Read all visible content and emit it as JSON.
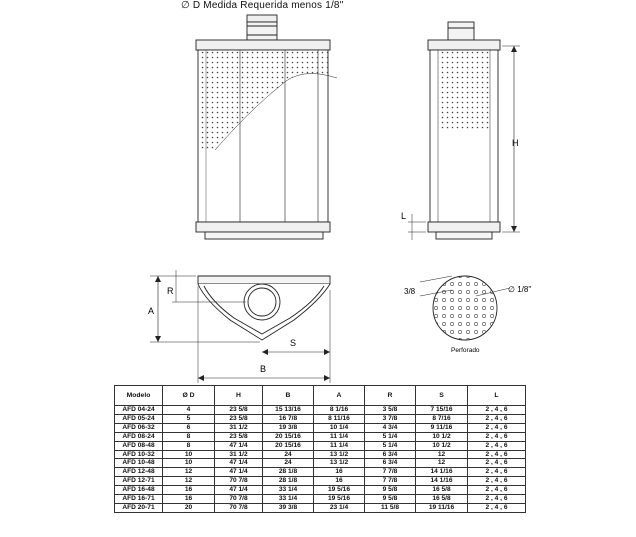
{
  "drawing": {
    "top_caption": "D Medida Requerida menos 1/8\"",
    "diameter_symbol": "∅",
    "label_H": "H",
    "label_L": "L",
    "label_A": "A",
    "label_R": "R",
    "label_S": "S",
    "label_B": "B",
    "hole_spacing": "3/8",
    "hole_diameter": "∅ 1/8\"",
    "perforado": "Perforado"
  },
  "table": {
    "headers": [
      "Modelo",
      "Ø D",
      "H",
      "B",
      "A",
      "R",
      "S",
      "L"
    ],
    "rows": [
      [
        "AFD 04-24",
        "4",
        "23 5/8",
        "15 13/16",
        "8 1/16",
        "3 5/8",
        "7 15/16",
        "2 , 4 , 6"
      ],
      [
        "AFD 05-24",
        "5",
        "23 5/8",
        "16 7/8",
        "8 11/16",
        "3 7/8",
        "8 7/16",
        "2 , 4 , 6"
      ],
      [
        "AFD 06-32",
        "6",
        "31 1/2",
        "19 3/8",
        "10 1/4",
        "4 3/4",
        "9 11/16",
        "2 , 4 , 6"
      ],
      [
        "AFD 08-24",
        "8",
        "23 5/8",
        "20 15/16",
        "11 1/4",
        "5 1/4",
        "10 1/2",
        "2 , 4 , 6"
      ],
      [
        "AFD 08-48",
        "8",
        "47 1/4",
        "20 15/16",
        "11 1/4",
        "5 1/4",
        "10 1/2",
        "2 , 4 , 6"
      ],
      [
        "AFD 10-32",
        "10",
        "31 1/2",
        "24",
        "13 1/2",
        "6 3/4",
        "12",
        "2 , 4 , 6"
      ],
      [
        "AFD 10-48",
        "10",
        "47 1/4",
        "24",
        "13 1/2",
        "6 3/4",
        "12",
        "2 , 4 , 6"
      ],
      [
        "AFD 12-48",
        "12",
        "47 1/4",
        "28 1/8",
        "16",
        "7 7/8",
        "14 1/16",
        "2 , 4 , 6"
      ],
      [
        "AFD 12-71",
        "12",
        "70 7/8",
        "28 1/8",
        "16",
        "7 7/8",
        "14 1/16",
        "2 , 4 , 6"
      ],
      [
        "AFD 16-48",
        "16",
        "47 1/4",
        "33 1/4",
        "19 5/16",
        "9 5/8",
        "16 5/8",
        "2 , 4 , 6"
      ],
      [
        "AFD 16-71",
        "16",
        "70 7/8",
        "33 1/4",
        "19 5/16",
        "9 5/8",
        "16 5/8",
        "2 , 4 , 6"
      ],
      [
        "AFD 20-71",
        "20",
        "70 7/8",
        "39 3/8",
        "23 1/4",
        "11 5/8",
        "19 11/16",
        "2 , 4 , 6"
      ]
    ]
  }
}
